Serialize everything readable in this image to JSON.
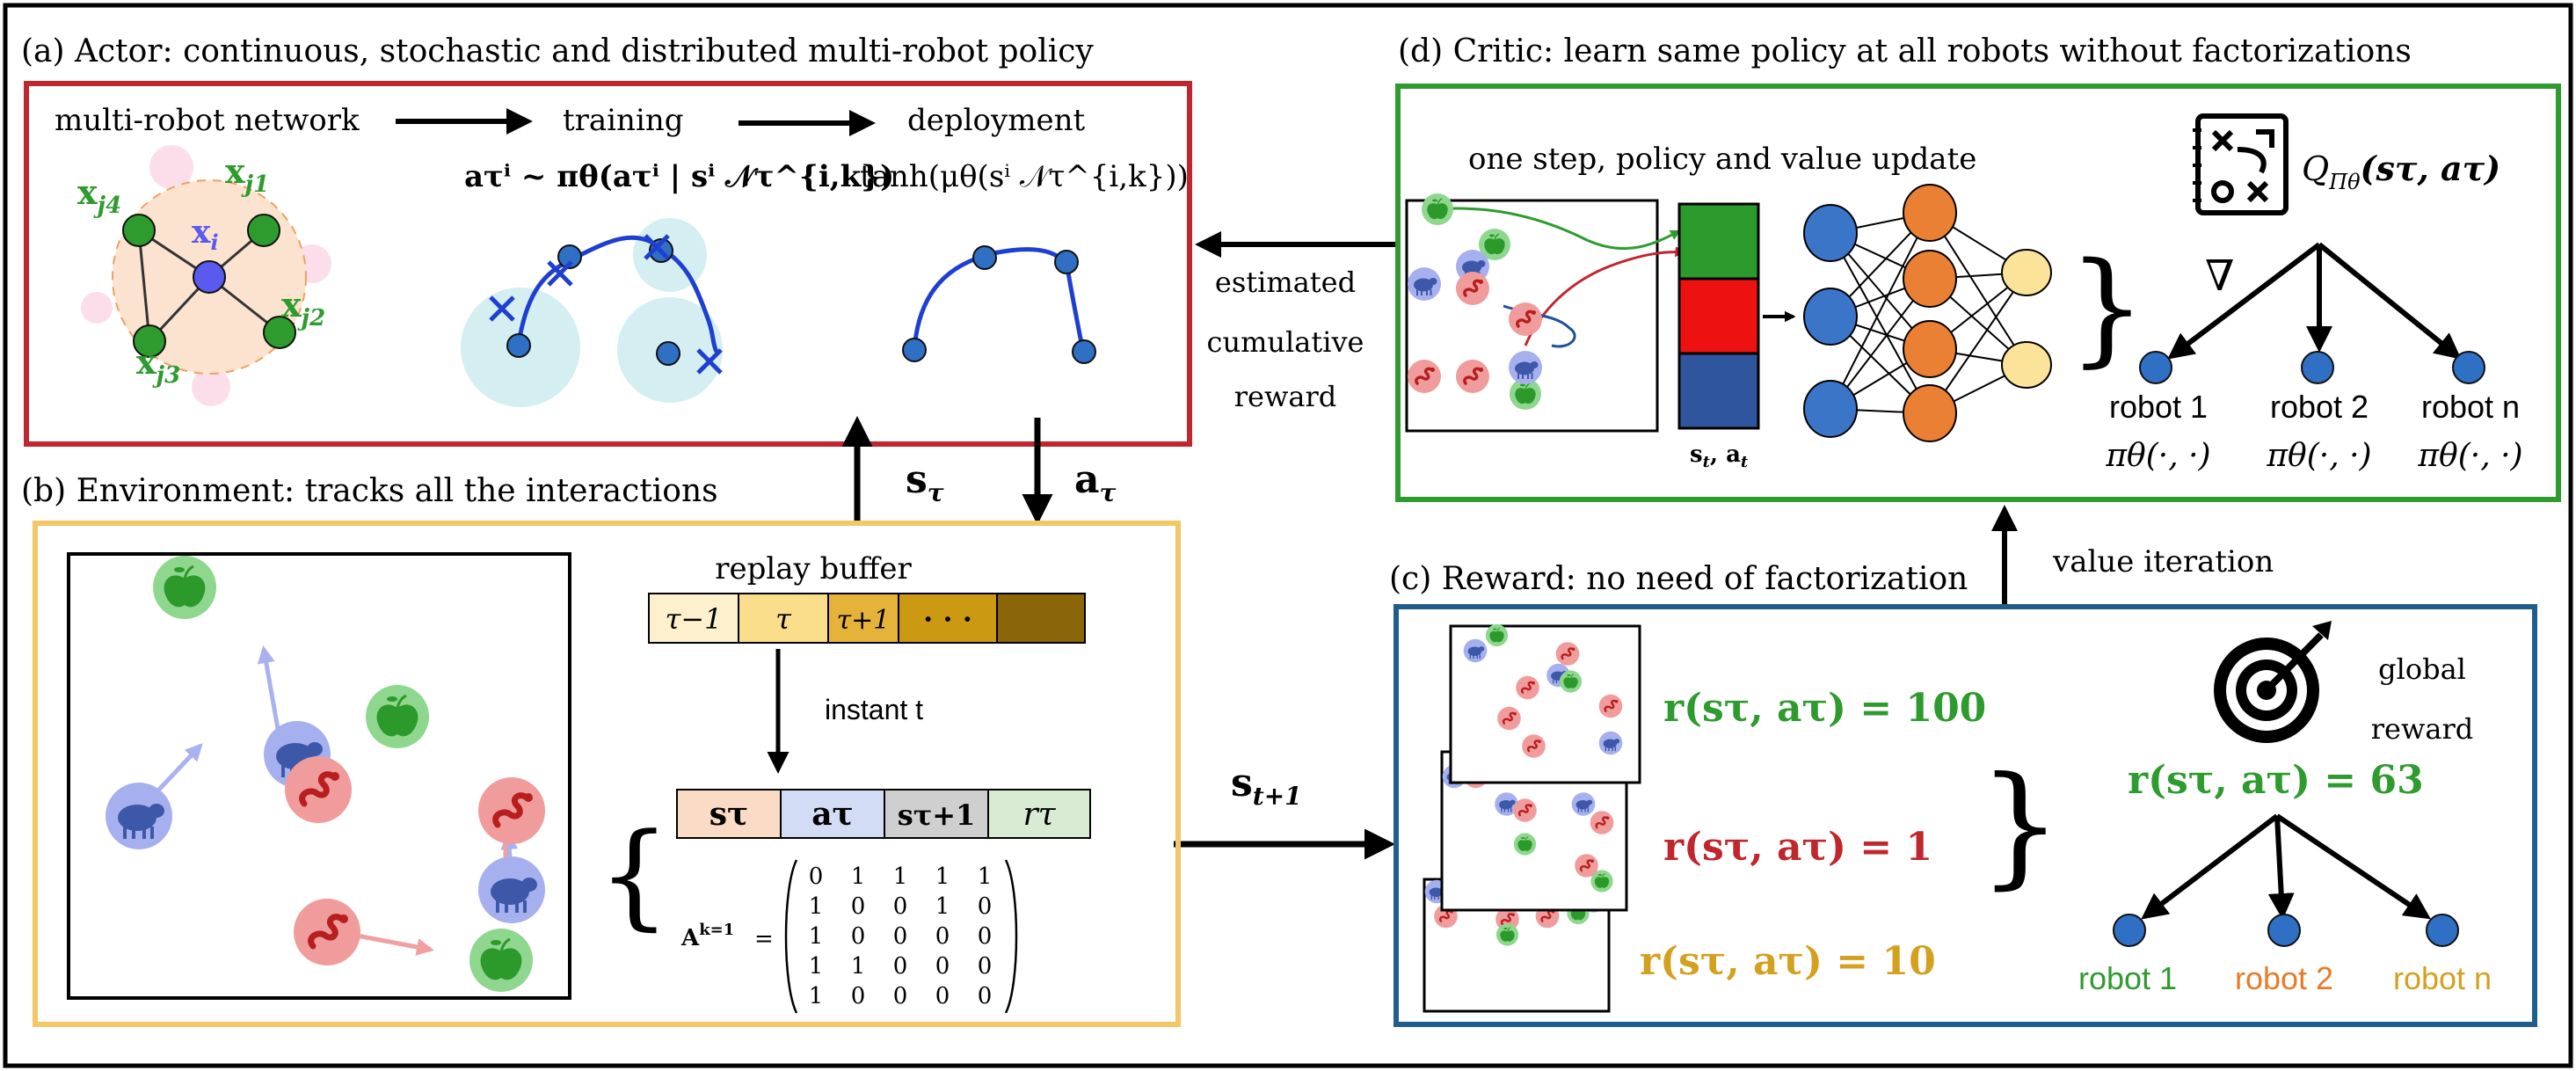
{
  "colors": {
    "actor_border": "#c0262d",
    "critic_border": "#2e9b2e",
    "env_border": "#f3c766",
    "reward_border": "#1f5e8c",
    "robot_blue": "#2f6fc4",
    "green": "#2e9b2e",
    "red": "#c0262d",
    "orange": "#e87a2a",
    "gold": "#d4a020",
    "sheep_blue": "#9aa6e6",
    "snake_red": "#ef9a9a",
    "apple_green": "#8ad68a"
  },
  "actor": {
    "title": "(a) Actor: continuous, stochastic and distributed multi-robot policy",
    "network_label": "multi-robot network",
    "training_label": "training",
    "deployment_label": "deployment",
    "training_formula": "aτⁱ ~ πθ(aτⁱ | sⁱ 𝒩τ^{i,k})",
    "deployment_formula": "tanh(μθ(sⁱ 𝒩τ^{i,k}))",
    "node_xi": "x",
    "node_xi_sub": "i",
    "node_j1": "x",
    "node_j1_sub": "j1",
    "node_j2": "x",
    "node_j2_sub": "j2",
    "node_j3": "x",
    "node_j3_sub": "j3",
    "node_j4": "x",
    "node_j4_sub": "j4"
  },
  "links": {
    "estimated_line1": "estimated",
    "estimated_line2": "cumulative",
    "estimated_line3": "reward",
    "s_tau": "s",
    "s_tau_sub": "τ",
    "a_tau": "a",
    "a_tau_sub": "τ",
    "s_t1": "s",
    "s_t1_sub": "t+1",
    "value_iteration": "value iteration"
  },
  "environment": {
    "title": "(b) Environment: tracks all the interactions",
    "replay_buffer_label": "replay buffer",
    "buffer_cells": [
      "τ−1",
      "τ",
      "τ+1",
      "· · ·",
      ""
    ],
    "instant_label": "instant t",
    "tuple_cells": [
      "sτ",
      "aτ",
      "sτ+1",
      "rτ"
    ],
    "matrix_label": "A",
    "matrix_sup": "k=1",
    "matrix_rows": [
      [
        "0",
        "1",
        "1",
        "1",
        "1"
      ],
      [
        "1",
        "0",
        "0",
        "1",
        "0"
      ],
      [
        "1",
        "0",
        "0",
        "0",
        "0"
      ],
      [
        "1",
        "1",
        "0",
        "0",
        "0"
      ],
      [
        "1",
        "0",
        "0",
        "0",
        "0"
      ]
    ]
  },
  "critic": {
    "title": "(d) Critic: learn same policy at all robots without factorizations",
    "update_label": "one step, policy and value update",
    "input_label": "s",
    "input_label_sub1": "t",
    "input_label_mid": ", a",
    "input_label_sub2": "t",
    "q_label": "Q",
    "q_sub": "Πθ",
    "q_args": "(sτ, aτ)",
    "nabla": "∇",
    "robots": [
      {
        "name": "robot 1",
        "policy": "πθ(·, ·)"
      },
      {
        "name": "robot 2",
        "policy": "πθ(·, ·)"
      },
      {
        "name": "robot n",
        "policy": "πθ(·, ·)"
      }
    ]
  },
  "reward": {
    "title": "(c) Reward: no need of factorization",
    "r1": "r(sτ, aτ) = 100",
    "r2": "r(sτ, aτ) = 1",
    "r3": "r(sτ, aτ) = 10",
    "global_line1": "global",
    "global_line2": "reward",
    "global_value": "r(sτ, aτ) = 63",
    "robots": [
      "robot 1",
      "robot 2",
      "robot n"
    ]
  }
}
